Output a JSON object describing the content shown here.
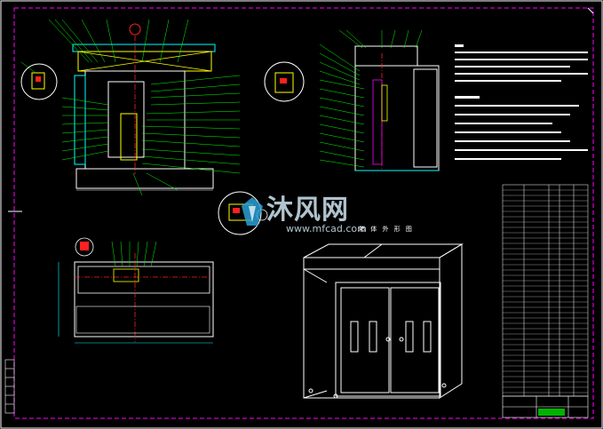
{
  "drawing": {
    "watermark": {
      "brand": "沐风网",
      "url": "www.mfcad.com"
    },
    "views": {
      "perspective_title": "箱 体 外 形 图"
    },
    "colors": {
      "background": "#000000",
      "frame_white": "#ffffff",
      "frame_cyan": "#00ffff",
      "leader_green": "#00ff00",
      "part_yellow": "#ffff00",
      "part_magenta": "#ff00ff",
      "center_red": "#ff2020",
      "notes_white": "#ffffff"
    },
    "icons": [
      "mfcad-logo-icon",
      "corner-marker-icon"
    ]
  }
}
